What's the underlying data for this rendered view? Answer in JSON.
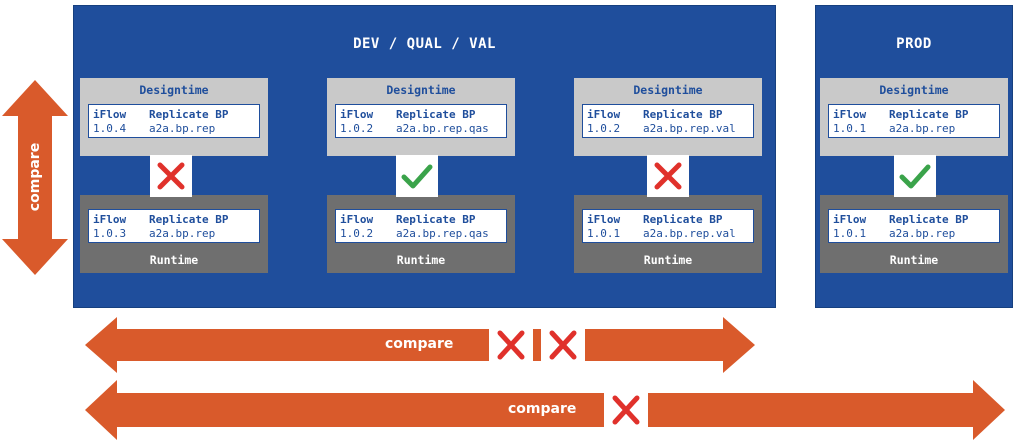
{
  "environments": {
    "nonprod": {
      "title": "DEV / QUAL / VAL"
    },
    "prod": {
      "title": "PROD"
    }
  },
  "labels": {
    "designtime": "Designtime",
    "runtime": "Runtime",
    "compare": "compare"
  },
  "columns": [
    {
      "designtime": {
        "type": "iFlow",
        "name": "Replicate BP",
        "version": "1.0.4",
        "id": "a2a.bp.rep"
      },
      "runtime": {
        "type": "iFlow",
        "name": "Replicate BP",
        "version": "1.0.3",
        "id": "a2a.bp.rep"
      },
      "match": false
    },
    {
      "designtime": {
        "type": "iFlow",
        "name": "Replicate BP",
        "version": "1.0.2",
        "id": "a2a.bp.rep.qas"
      },
      "runtime": {
        "type": "iFlow",
        "name": "Replicate BP",
        "version": "1.0.2",
        "id": "a2a.bp.rep.qas"
      },
      "match": true
    },
    {
      "designtime": {
        "type": "iFlow",
        "name": "Replicate BP",
        "version": "1.0.2",
        "id": "a2a.bp.rep.val"
      },
      "runtime": {
        "type": "iFlow",
        "name": "Replicate BP",
        "version": "1.0.1",
        "id": "a2a.bp.rep.val"
      },
      "match": false
    },
    {
      "designtime": {
        "type": "iFlow",
        "name": "Replicate BP",
        "version": "1.0.1",
        "id": "a2a.bp.rep"
      },
      "runtime": {
        "type": "iFlow",
        "name": "Replicate BP",
        "version": "1.0.1",
        "id": "a2a.bp.rep"
      },
      "match": true
    }
  ],
  "colors": {
    "env_blue": "#1f4e9c",
    "arrow_orange": "#d95a2b",
    "cross_red": "#e0312b",
    "check_green": "#3aa34a",
    "designtime_gray": "#c9c9c9",
    "runtime_gray": "#6f6f6f"
  }
}
